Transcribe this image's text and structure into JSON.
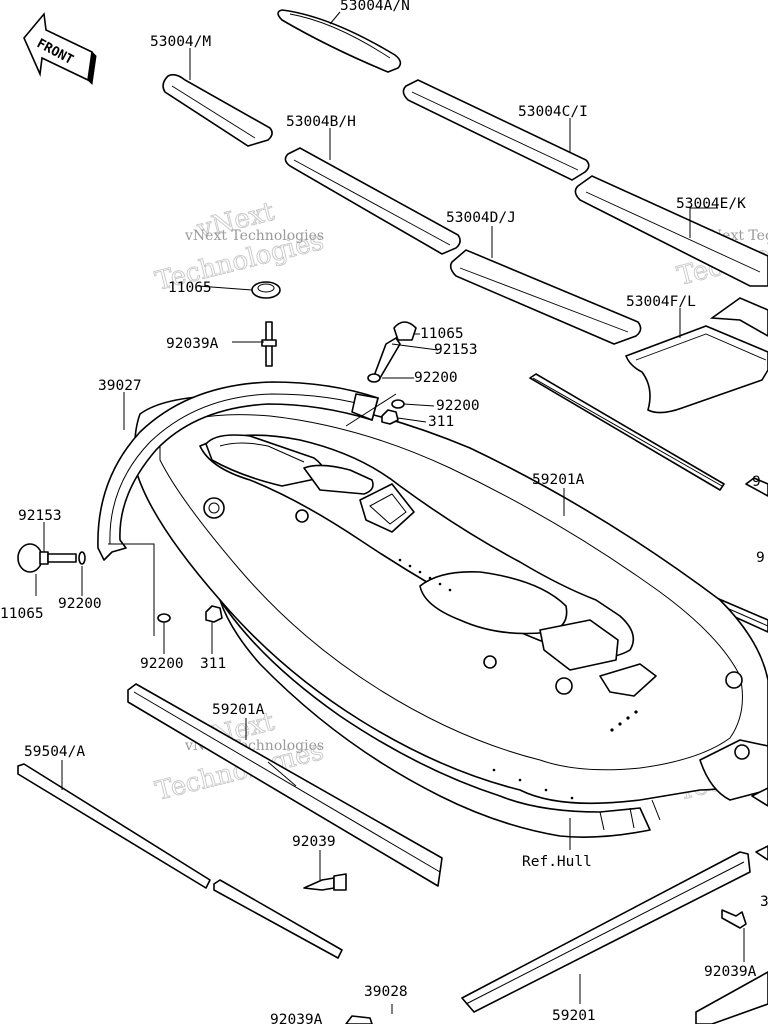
{
  "front_badge": "FRONT",
  "labels": {
    "l_53004AN": "53004A/N",
    "l_53004M": "53004/M",
    "l_53004BH": "53004B/H",
    "l_53004CI": "53004C/I",
    "l_53004EK": "53004E/K",
    "l_53004DJ": "53004D/J",
    "l_53004FL": "53004F/L",
    "l_11065_a": "11065",
    "l_11065_b": "11065",
    "l_11065_c": "11065",
    "l_92039A_top": "92039A",
    "l_92153_a": "92153",
    "l_92153_b": "92153",
    "l_92200_a": "92200",
    "l_92200_b": "92200",
    "l_92200_c": "92200",
    "l_92200_d": "92200",
    "l_311_a": "311",
    "l_311_b": "311",
    "l_39027": "39027",
    "l_59201A_a": "59201A",
    "l_59201A_b": "59201A",
    "l_59504A": "59504/A",
    "l_92039": "92039",
    "l_ref_hull": "Ref.Hull",
    "l_59201": "59201",
    "l_92039A_right": "92039A",
    "l_39028": "39028",
    "l_92039A_bottom": "92039A",
    "l_cut_right_1": "9",
    "l_cut_right_2": "9",
    "l_cut_right_3": "3"
  },
  "watermarks": {
    "text_vnext": "vNext",
    "text_technologies": "Technologies",
    "text_small": "vNext Technologies"
  }
}
